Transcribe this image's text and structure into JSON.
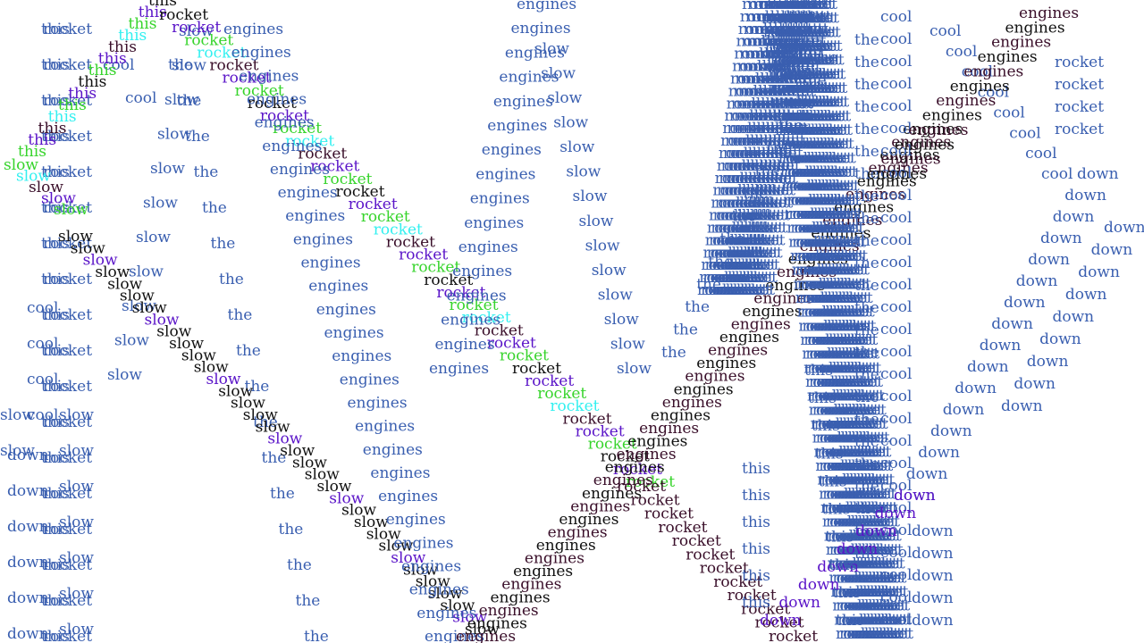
{
  "words": [
    "this",
    "rocket",
    "slow",
    "the",
    "engines",
    "cool",
    "down"
  ],
  "palette": {
    "steel_blue": "#3a5fb0",
    "black": "#111111",
    "purple": "#5a14c8",
    "green": "#37d42c",
    "cyan": "#33f0f0",
    "dark_maroon": "#3a0f2a"
  },
  "background": "#ffffff"
}
